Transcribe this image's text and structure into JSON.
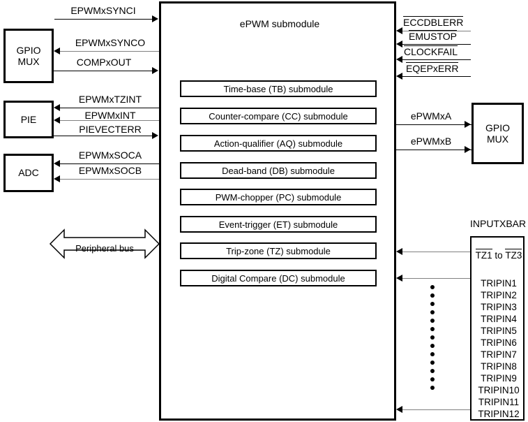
{
  "diagram": {
    "main_block": {
      "title": "ePWM submodule"
    },
    "submodules": [
      {
        "label": "Time-base (TB) submodule"
      },
      {
        "label": "Counter-compare (CC) submodule"
      },
      {
        "label": "Action-qualifier (AQ) submodule"
      },
      {
        "label": "Dead-band (DB) submodule"
      },
      {
        "label": "PWM-chopper (PC) submodule"
      },
      {
        "label": "Event-trigger (ET) submodule"
      },
      {
        "label": "Trip-zone (TZ) submodule"
      },
      {
        "label": "Digital Compare (DC) submodule"
      }
    ],
    "left_blocks": [
      {
        "name": "gpio-mux-left",
        "line1": "GPIO",
        "line2": "MUX"
      },
      {
        "name": "pie",
        "line1": "PIE",
        "line2": ""
      },
      {
        "name": "adc",
        "line1": "ADC",
        "line2": ""
      }
    ],
    "right_blocks": [
      {
        "name": "gpio-mux-right",
        "line1": "GPIO",
        "line2": "MUX"
      }
    ],
    "left_signals": [
      {
        "label": "EPWMxSYNCI",
        "direction": "in"
      },
      {
        "label": "EPWMxSYNCO",
        "direction": "out"
      },
      {
        "label": "COMPxOUT",
        "direction": "in"
      },
      {
        "label": "EPWMxTZINT",
        "direction": "out"
      },
      {
        "label": "EPWMxINT",
        "direction": "out"
      },
      {
        "label": "PIEVECTERR",
        "direction": "in"
      },
      {
        "label": "EPWMxSOCA",
        "direction": "out"
      },
      {
        "label": "EPWMxSOCB",
        "direction": "out"
      }
    ],
    "right_signals": [
      {
        "label": "ECCDBLERR",
        "direction": "in",
        "overline": true
      },
      {
        "label": "EMUSTOP",
        "direction": "in",
        "overline": true
      },
      {
        "label": "CLOCKFAIL",
        "direction": "in",
        "overline": true
      },
      {
        "label": "EQEPxERR",
        "direction": "in",
        "overline": true
      },
      {
        "label": "ePWMxA",
        "direction": "out",
        "overline": false
      },
      {
        "label": "ePWMxB",
        "direction": "out",
        "overline": false
      }
    ],
    "peripheral_bus": {
      "label": "Peripheral bus",
      "direction": "bidirectional"
    },
    "inputxbar": {
      "title": "INPUTXBAR",
      "tz_label_prefix": "TZ1",
      "tz_label_middle": " to ",
      "tz_label_suffix": "TZ3",
      "trip_inputs": [
        "TRIPIN1",
        "TRIPIN2",
        "TRIPIN3",
        "TRIPIN4",
        "TRIPIN5",
        "TRIPIN6",
        "TRIPIN7",
        "TRIPIN8",
        "TRIPIN9",
        "TRIPIN10",
        "TRIPIN11",
        "TRIPIN12"
      ]
    }
  }
}
